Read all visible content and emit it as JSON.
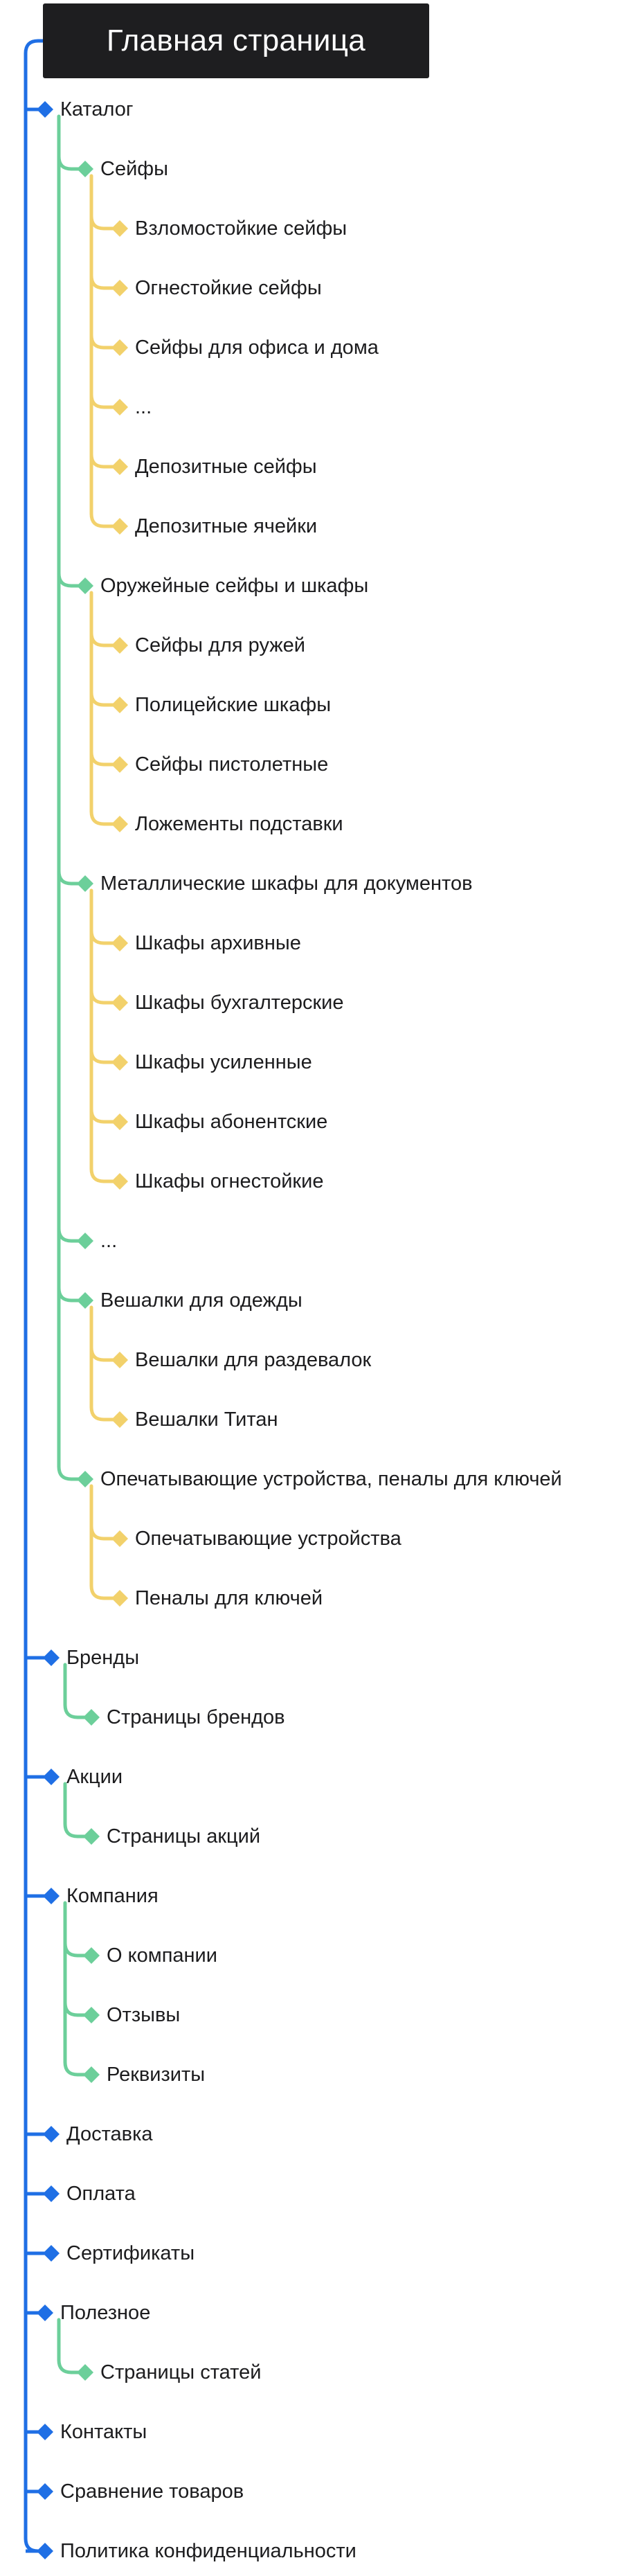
{
  "colors": {
    "level0": "#1f6fe5",
    "level1": "#6ccf9a",
    "level2": "#f2d16b",
    "root_bg": "#1e1e20",
    "text": "#1c1c1e"
  },
  "root": {
    "title": "Главная страница"
  },
  "tree": [
    {
      "label": "Каталог",
      "children": [
        {
          "label": "Сейфы",
          "children": [
            {
              "label": "Взломостойкие сейфы"
            },
            {
              "label": "Огнестойкие сейфы"
            },
            {
              "label": "Сейфы для офиса и дома"
            },
            {
              "label": "..."
            },
            {
              "label": "Депозитные сейфы"
            },
            {
              "label": "Депозитные ячейки"
            }
          ]
        },
        {
          "label": "Оружейные сейфы и шкафы",
          "children": [
            {
              "label": "Сейфы для ружей"
            },
            {
              "label": "Полицейские шкафы"
            },
            {
              "label": "Сейфы пистолетные"
            },
            {
              "label": "Ложементы подставки"
            }
          ]
        },
        {
          "label": "Металлические шкафы для документов",
          "children": [
            {
              "label": "Шкафы архивные"
            },
            {
              "label": "Шкафы бухгалтерские"
            },
            {
              "label": "Шкафы усиленные"
            },
            {
              "label": "Шкафы абонентские"
            },
            {
              "label": "Шкафы огнестойкие"
            }
          ]
        },
        {
          "label": "..."
        },
        {
          "label": "Вешалки для одежды",
          "children": [
            {
              "label": "Вешалки для раздевалок"
            },
            {
              "label": "Вешалки Титан"
            }
          ]
        },
        {
          "label": "Опечатывающие устройства, пеналы для ключей",
          "children": [
            {
              "label": "Опечатывающие устройства"
            },
            {
              "label": "Пеналы для ключей"
            }
          ]
        }
      ]
    },
    {
      "label": "Бренды",
      "children": [
        {
          "label": "Страницы брендов"
        }
      ]
    },
    {
      "label": "Акции",
      "children": [
        {
          "label": "Страницы акций"
        }
      ]
    },
    {
      "label": "Компания",
      "children": [
        {
          "label": "О компании"
        },
        {
          "label": "Отзывы"
        },
        {
          "label": "Реквизиты"
        }
      ]
    },
    {
      "label": "Доставка"
    },
    {
      "label": "Оплата"
    },
    {
      "label": "Сертификаты"
    },
    {
      "label": "Полезное",
      "children": [
        {
          "label": "Страницы статей"
        }
      ]
    },
    {
      "label": "Контакты"
    },
    {
      "label": "Сравнение товаров"
    },
    {
      "label": "Политика конфиденциальности"
    }
  ]
}
